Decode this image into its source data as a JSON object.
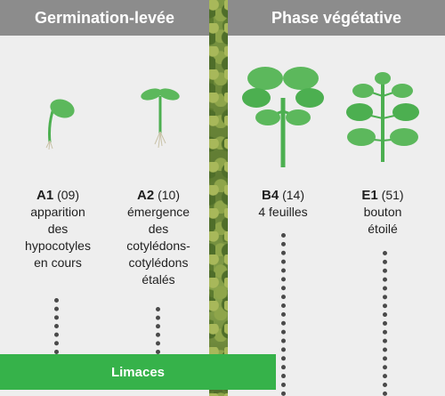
{
  "headers": {
    "germination": "Germination-levée",
    "vegetative": "Phase végétative"
  },
  "stages": [
    {
      "code": "A1",
      "num": "(09)",
      "desc": [
        "apparition",
        "des",
        "hypocotyles",
        "en cours"
      ]
    },
    {
      "code": "A2",
      "num": "(10)",
      "desc": [
        "émergence",
        "des",
        "cotylédons-",
        "cotylédons",
        "étalés"
      ]
    },
    {
      "code": "B4",
      "num": "(14)",
      "desc": [
        "4 feuilles"
      ]
    },
    {
      "code": "E1",
      "num": "(51)",
      "desc": [
        "bouton",
        "étoilé"
      ]
    }
  ],
  "band": {
    "label": "Limaces",
    "color": "#36b24a"
  },
  "colors": {
    "header": "#8c8c8c",
    "panel": "#eeeeee",
    "plant": "#4caf50",
    "dots": "#4a4a4a"
  }
}
